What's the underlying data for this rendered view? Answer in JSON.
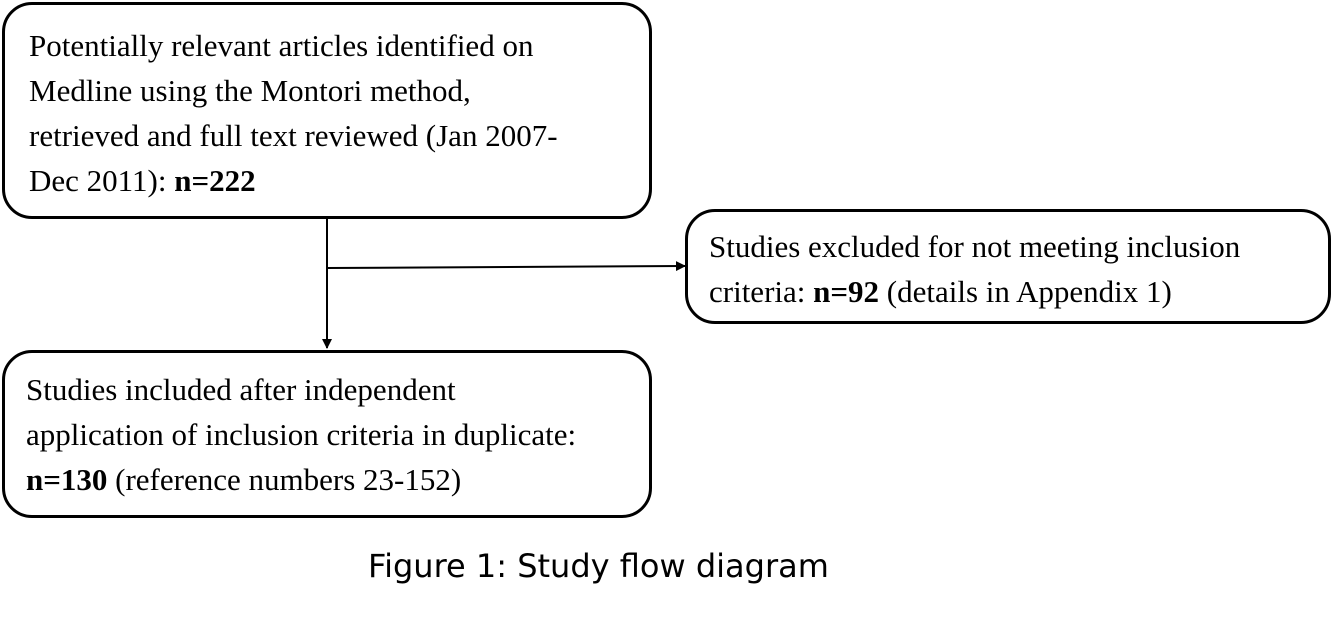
{
  "boxes": {
    "identified": {
      "lines": [
        "Potentially relevant articles identified on",
        "Medline using the Montori method,",
        "retrieved and full text reviewed (Jan 2007-"
      ],
      "last_line_prefix": "Dec 2011): ",
      "count": "n=222"
    },
    "excluded": {
      "line1": "Studies excluded for not meeting inclusion",
      "line2_prefix": "criteria: ",
      "count": "n=92",
      "line2_suffix": " (details in Appendix 1)"
    },
    "included": {
      "line1": "Studies included after independent",
      "line2": "application of inclusion criteria in duplicate:",
      "count": "n=130",
      "line3_suffix": " (reference numbers 23-152)"
    }
  },
  "caption": "Figure 1: Study flow diagram"
}
